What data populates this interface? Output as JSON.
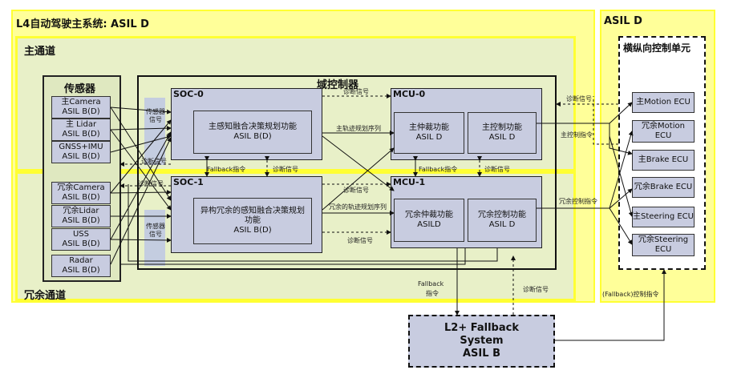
{
  "top_zone": {
    "title": "L4自动驾驶主系统:  ASIL D"
  },
  "right_zone": {
    "title": "ASIL D",
    "unit_title": "横纵向控制单元"
  },
  "main_channel": {
    "title": "主通道"
  },
  "redundant_channel": {
    "title": "冗余通道"
  },
  "sensors": {
    "title": "传感器",
    "items": [
      {
        "name": "主Camera",
        "asil": "ASIL B(D)"
      },
      {
        "name": "主 Lidar",
        "asil": "ASIL B(D)"
      },
      {
        "name": "GNSS+IMU",
        "asil": "ASIL B(D)"
      },
      {
        "name": "冗余Camera",
        "asil": "ASIL B(D)"
      },
      {
        "name": "冗余Lidar",
        "asil": "ASIL B(D)"
      },
      {
        "name": "USS",
        "asil": "ASIL B(D)"
      },
      {
        "name": "Radar",
        "asil": "ASIL B(D)"
      }
    ]
  },
  "domain_controller": {
    "title": "域控制器"
  },
  "soc0": {
    "title": "SOC-0",
    "func": "主感知融合决策规划功能",
    "asil": "ASIL B(D)"
  },
  "soc1": {
    "title": "SOC-1",
    "func": "异构冗余的感知融合决策规划功能",
    "asil": "ASIL B(D)"
  },
  "mcu0": {
    "title": "MCU-0",
    "arb": "主仲裁功能",
    "arb_asil": "ASIL D",
    "ctrl": "主控制功能",
    "ctrl_asil": "ASIL D"
  },
  "mcu1": {
    "title": "MCU-1",
    "arb": "冗余仲裁功能",
    "arb_asil": "ASILD",
    "ctrl": "冗余控制功能",
    "ctrl_asil": "ASIL D"
  },
  "ecus": [
    "主Motion ECU",
    "冗余Motion ECU",
    "主Brake ECU",
    "冗余Brake ECU",
    "主Steering ECU",
    "冗余Steering ECU"
  ],
  "fallback_system": {
    "line1": "L2+ Fallback",
    "line2": "System",
    "line3": "ASIL B"
  },
  "labels": {
    "diag": "诊断信号",
    "sensor_signal": "传感器信号",
    "main_trajectory": "主轨迹规划序列",
    "redundant_trajectory": "冗余的轨迹规划序列",
    "fallback_cmd": "Fallback指令",
    "main_control_cmd": "主控制指令",
    "redundant_control_cmd": "冗余控制指令",
    "fallback": "Fallback",
    "cmd": "指令",
    "fallback_ctrl_cmd": "(Fallback)控制指令"
  }
}
